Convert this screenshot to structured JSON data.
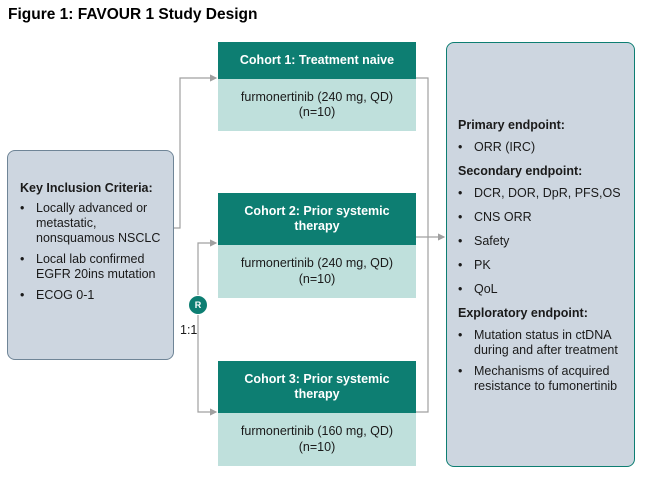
{
  "title": "Figure 1: FAVOUR 1 Study Design",
  "inclusion": {
    "heading": "Key Inclusion Criteria:",
    "items": [
      "Locally advanced or metastatic, nonsquamous NSCLC",
      "Local lab confirmed EGFR 20ins mutation",
      "ECOG 0-1"
    ]
  },
  "randomization": {
    "symbol": "R",
    "ratio": "1:1"
  },
  "cohorts": [
    {
      "name": "Cohort 1: Treatment naive",
      "dose": "furmonertinib (240 mg, QD)",
      "n": "(n=10)"
    },
    {
      "name": "Cohort 2: Prior systemic therapy",
      "dose": "furmonertinib (240 mg, QD)",
      "n": "(n=10)"
    },
    {
      "name": "Cohort 3: Prior systemic therapy",
      "dose": "furmonertinib (160 mg, QD)",
      "n": "(n=10)"
    }
  ],
  "endpoints": {
    "primary_heading": "Primary endpoint:",
    "primary": [
      "ORR (IRC)"
    ],
    "secondary_heading": "Secondary endpoint:",
    "secondary": [
      "DCR, DOR, DpR, PFS,OS",
      "CNS ORR",
      "Safety",
      "PK",
      "QoL"
    ],
    "exploratory_heading": "Exploratory endpoint:",
    "exploratory": [
      "Mutation status in ctDNA during and after treatment",
      "Mechanisms of acquired resistance to fumonertinib"
    ]
  },
  "colors": {
    "teal_header": "#0d7e72",
    "teal_light": "#bfe0dc",
    "grey_blue": "#cdd6e0",
    "connector": "#a0a0a0"
  }
}
